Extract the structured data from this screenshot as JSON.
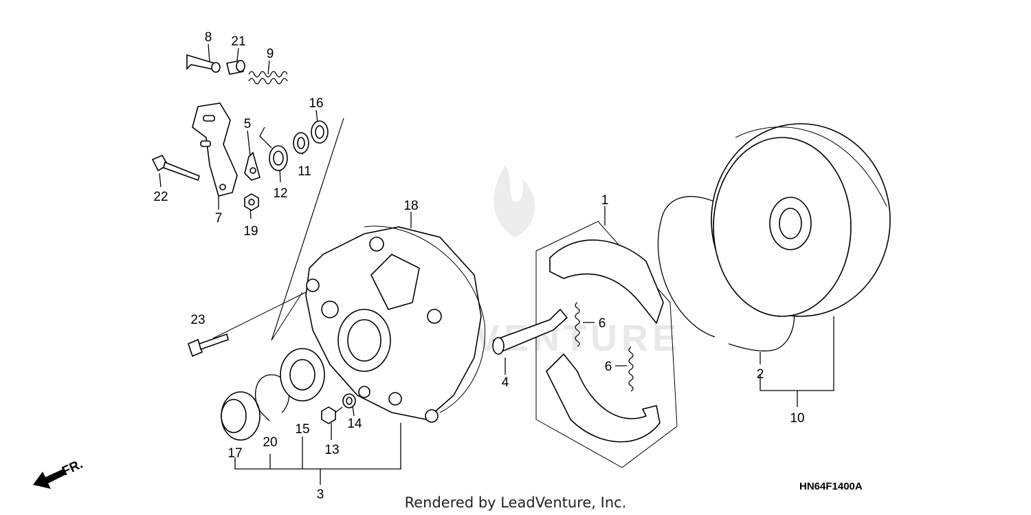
{
  "callouts": {
    "c1": "1",
    "c2": "2",
    "c3": "3",
    "c4": "4",
    "c5": "5",
    "c6a": "6",
    "c6b": "6",
    "c7": "7",
    "c8": "8",
    "c9": "9",
    "c10": "10",
    "c11": "11",
    "c12": "12",
    "c13": "13",
    "c14": "14",
    "c15": "15",
    "c16": "16",
    "c17": "17",
    "c18": "18",
    "c19": "19",
    "c20": "20",
    "c21": "21",
    "c22": "22",
    "c23": "23"
  },
  "diagram_code": "HN64F1400A",
  "credit": "Rendered by LeadVenture, Inc.",
  "direction_label": "FR.",
  "watermark": "LEADVENTURE"
}
